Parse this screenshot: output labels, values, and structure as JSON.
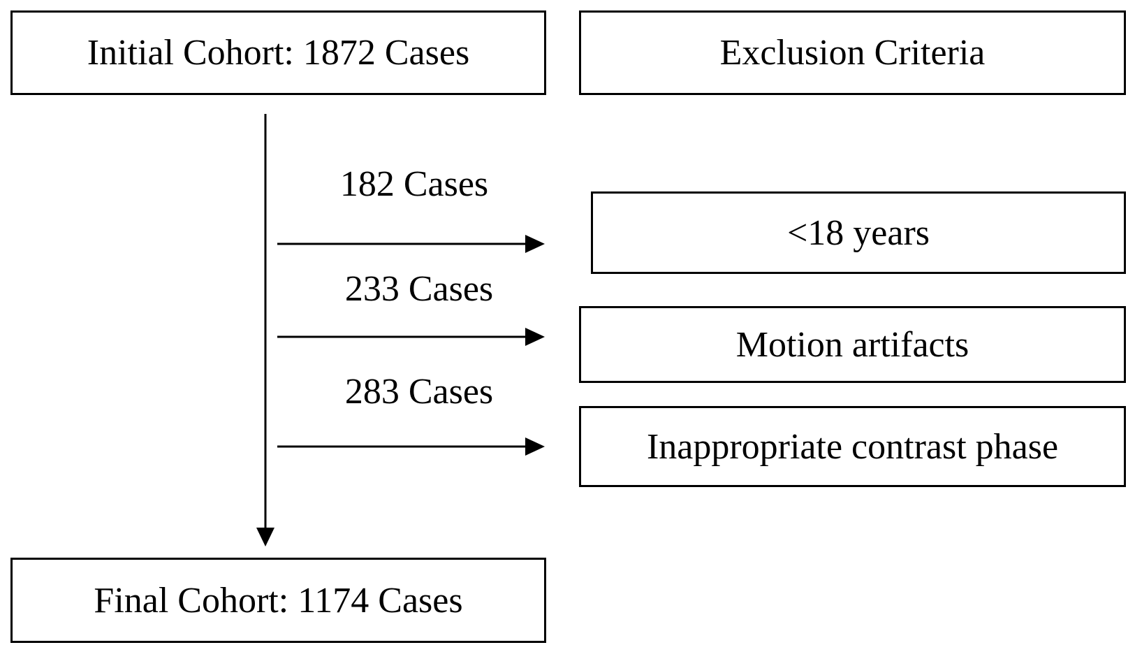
{
  "flowchart": {
    "initial_cohort": "Initial Cohort: 1872 Cases",
    "exclusion_header": "Exclusion Criteria",
    "final_cohort": "Final Cohort: 1174 Cases",
    "exclusions": [
      {
        "count": "182 Cases",
        "criterion": "<18 years"
      },
      {
        "count": "233 Cases",
        "criterion": "Motion artifacts"
      },
      {
        "count": "283 Cases",
        "criterion": "Inappropriate contrast phase"
      }
    ]
  }
}
